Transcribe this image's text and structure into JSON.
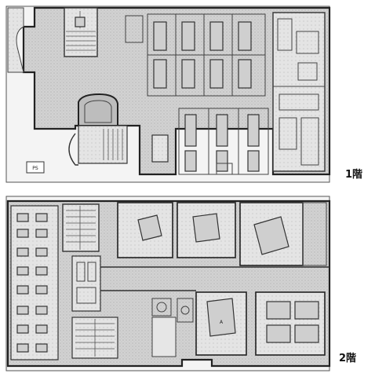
{
  "floors": [
    {
      "label": "1階"
    },
    {
      "label": "2階"
    }
  ],
  "annotations": {
    "floor1_small_tag": "PS",
    "floor2_booth_letter": "A"
  }
}
